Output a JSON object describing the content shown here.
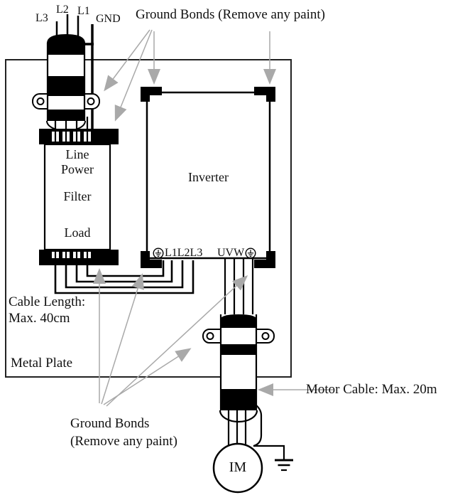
{
  "diagram": {
    "input_labels": {
      "l3": "L3",
      "l2": "L2",
      "l1": "L1",
      "gnd": "GND"
    },
    "ground_bonds_top": "Ground Bonds (Remove any paint)",
    "filter": {
      "word1": "Line",
      "word2": "Power",
      "word3": "Filter",
      "word4": "Load"
    },
    "inverter": {
      "title": "Inverter",
      "input_terminals": "L1L2L3",
      "output_terminals": "UVW"
    },
    "cable_length": {
      "line1": "Cable Length:",
      "line2": "Max. 40cm"
    },
    "metal_plate": "Metal Plate",
    "ground_bonds_bottom": {
      "line1": "Ground Bonds",
      "line2": "(Remove any paint)"
    },
    "motor_cable": "Motor Cable: Max. 20m",
    "motor": "IM",
    "colors": {
      "line": "#000000",
      "arrow": "#a9a9a9",
      "background": "#ffffff"
    }
  }
}
